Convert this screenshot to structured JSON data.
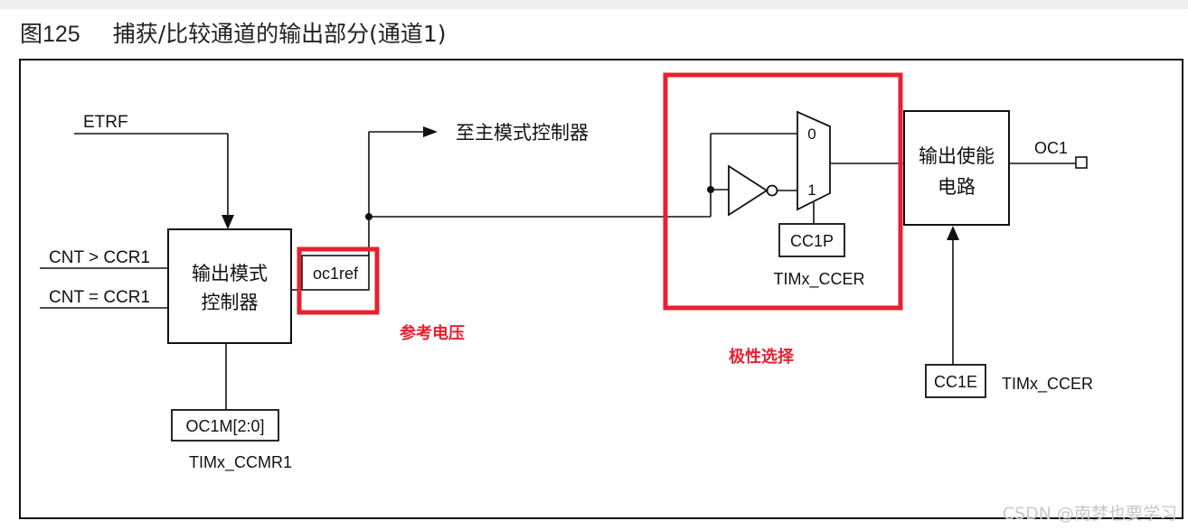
{
  "caption": {
    "figure_no": "图125",
    "title": "捕获/比较通道的输出部分(通道1)"
  },
  "diagram": {
    "inputs": {
      "etrf": "ETRF",
      "cnt_gt": "CNT > CCR1",
      "cnt_eq": "CNT = CCR1"
    },
    "output_mode_controller": {
      "line1": "输出模式",
      "line2": "控制器"
    },
    "oc1m_register": {
      "label": "OC1M[2:0]",
      "register": "TIMx_CCMR1"
    },
    "oc1ref": "oc1ref",
    "to_master": "至主模式控制器",
    "mux": {
      "input0": "0",
      "input1": "1"
    },
    "cc1p": {
      "label": "CC1P",
      "register": "TIMx_CCER"
    },
    "output_enable": {
      "line1": "输出使能",
      "line2": "电路"
    },
    "oc1": "OC1",
    "cc1e": {
      "label": "CC1E",
      "register": "TIMx_CCER"
    },
    "annotations": {
      "reference_voltage": "参考电压",
      "polarity_select": "极性选择"
    },
    "colors": {
      "highlight": "#e8202f",
      "line": "#111111"
    }
  },
  "watermark": "CSDN @南梦也要学习"
}
